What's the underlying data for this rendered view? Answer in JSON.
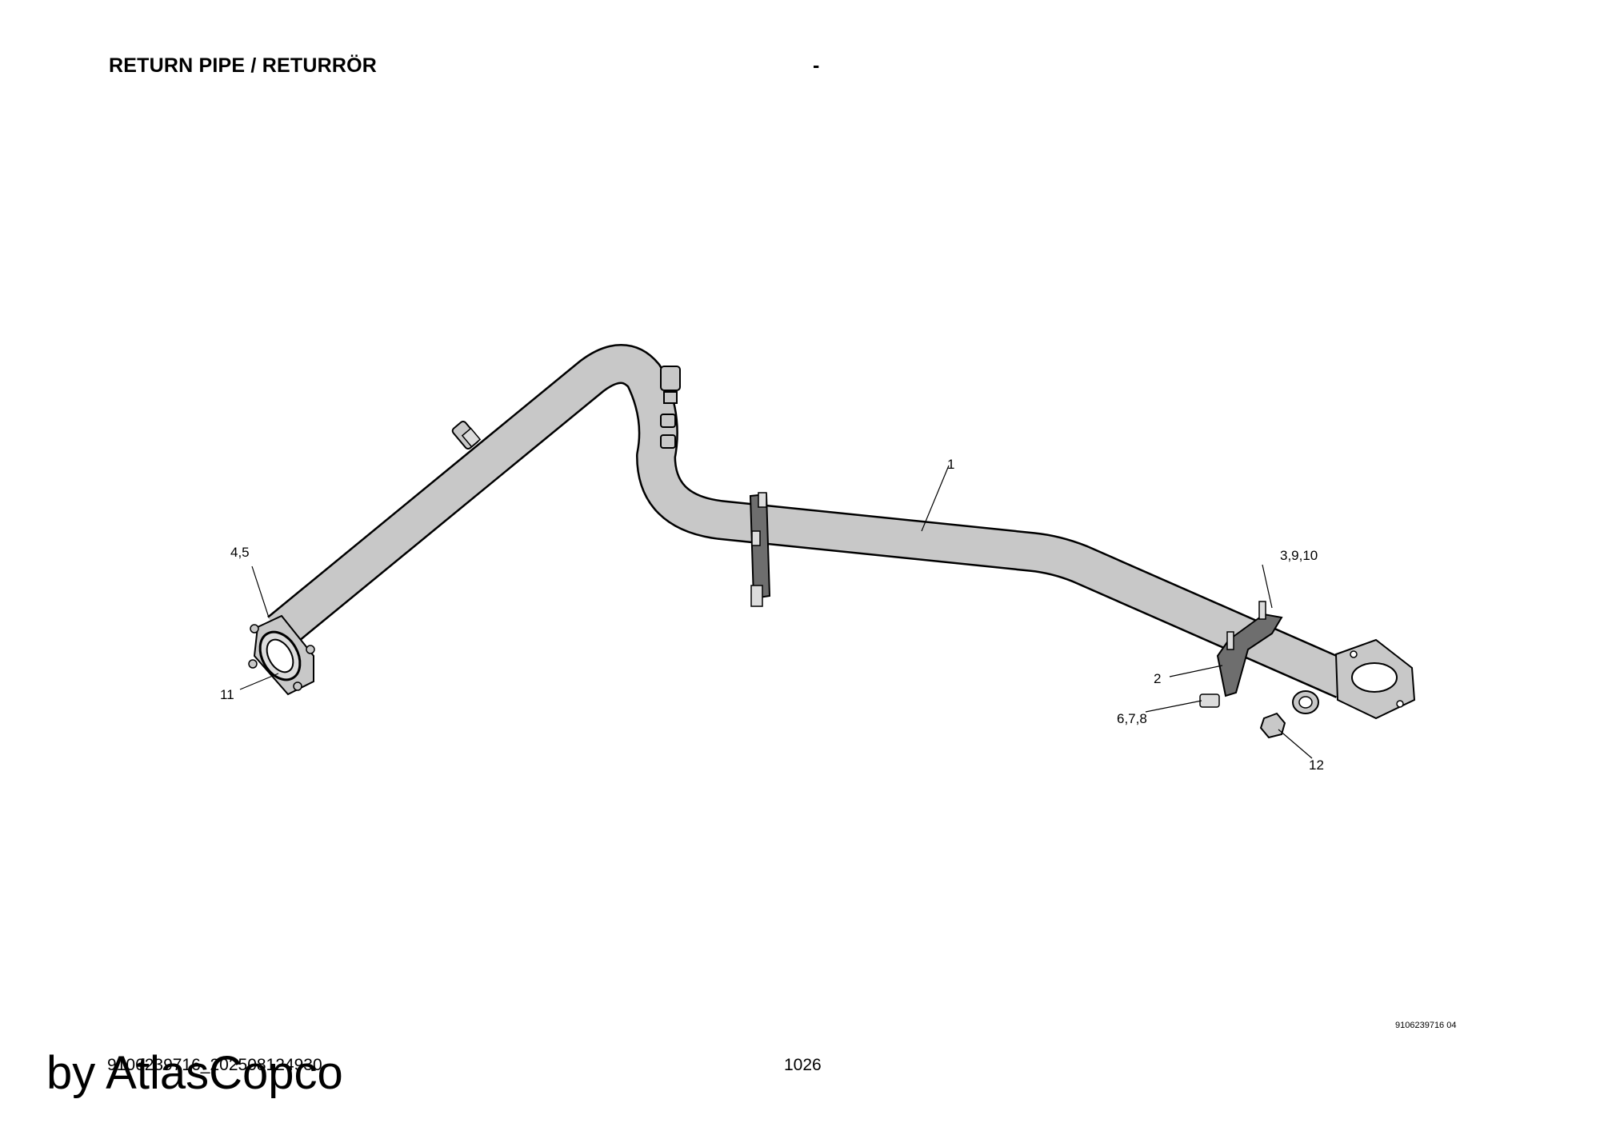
{
  "header": {
    "title": "RETURN PIPE / RETURRÖR",
    "dash": "-"
  },
  "drawing": {
    "number": "9106239716 04",
    "callouts": {
      "c1": "1",
      "c2": "2",
      "c3_9_10": "3,9,10",
      "c4_5": "4,5",
      "c6_7_8": "6,7,8",
      "c11": "11",
      "c12": "12"
    }
  },
  "footer": {
    "doc_id": "9106239716_202508124930",
    "page": "1026",
    "watermark": "by AtlasCopco"
  },
  "colors": {
    "pipe_fill": "#c8c8c8",
    "bracket_fill": "#6e6e6e",
    "outline": "#000000"
  }
}
